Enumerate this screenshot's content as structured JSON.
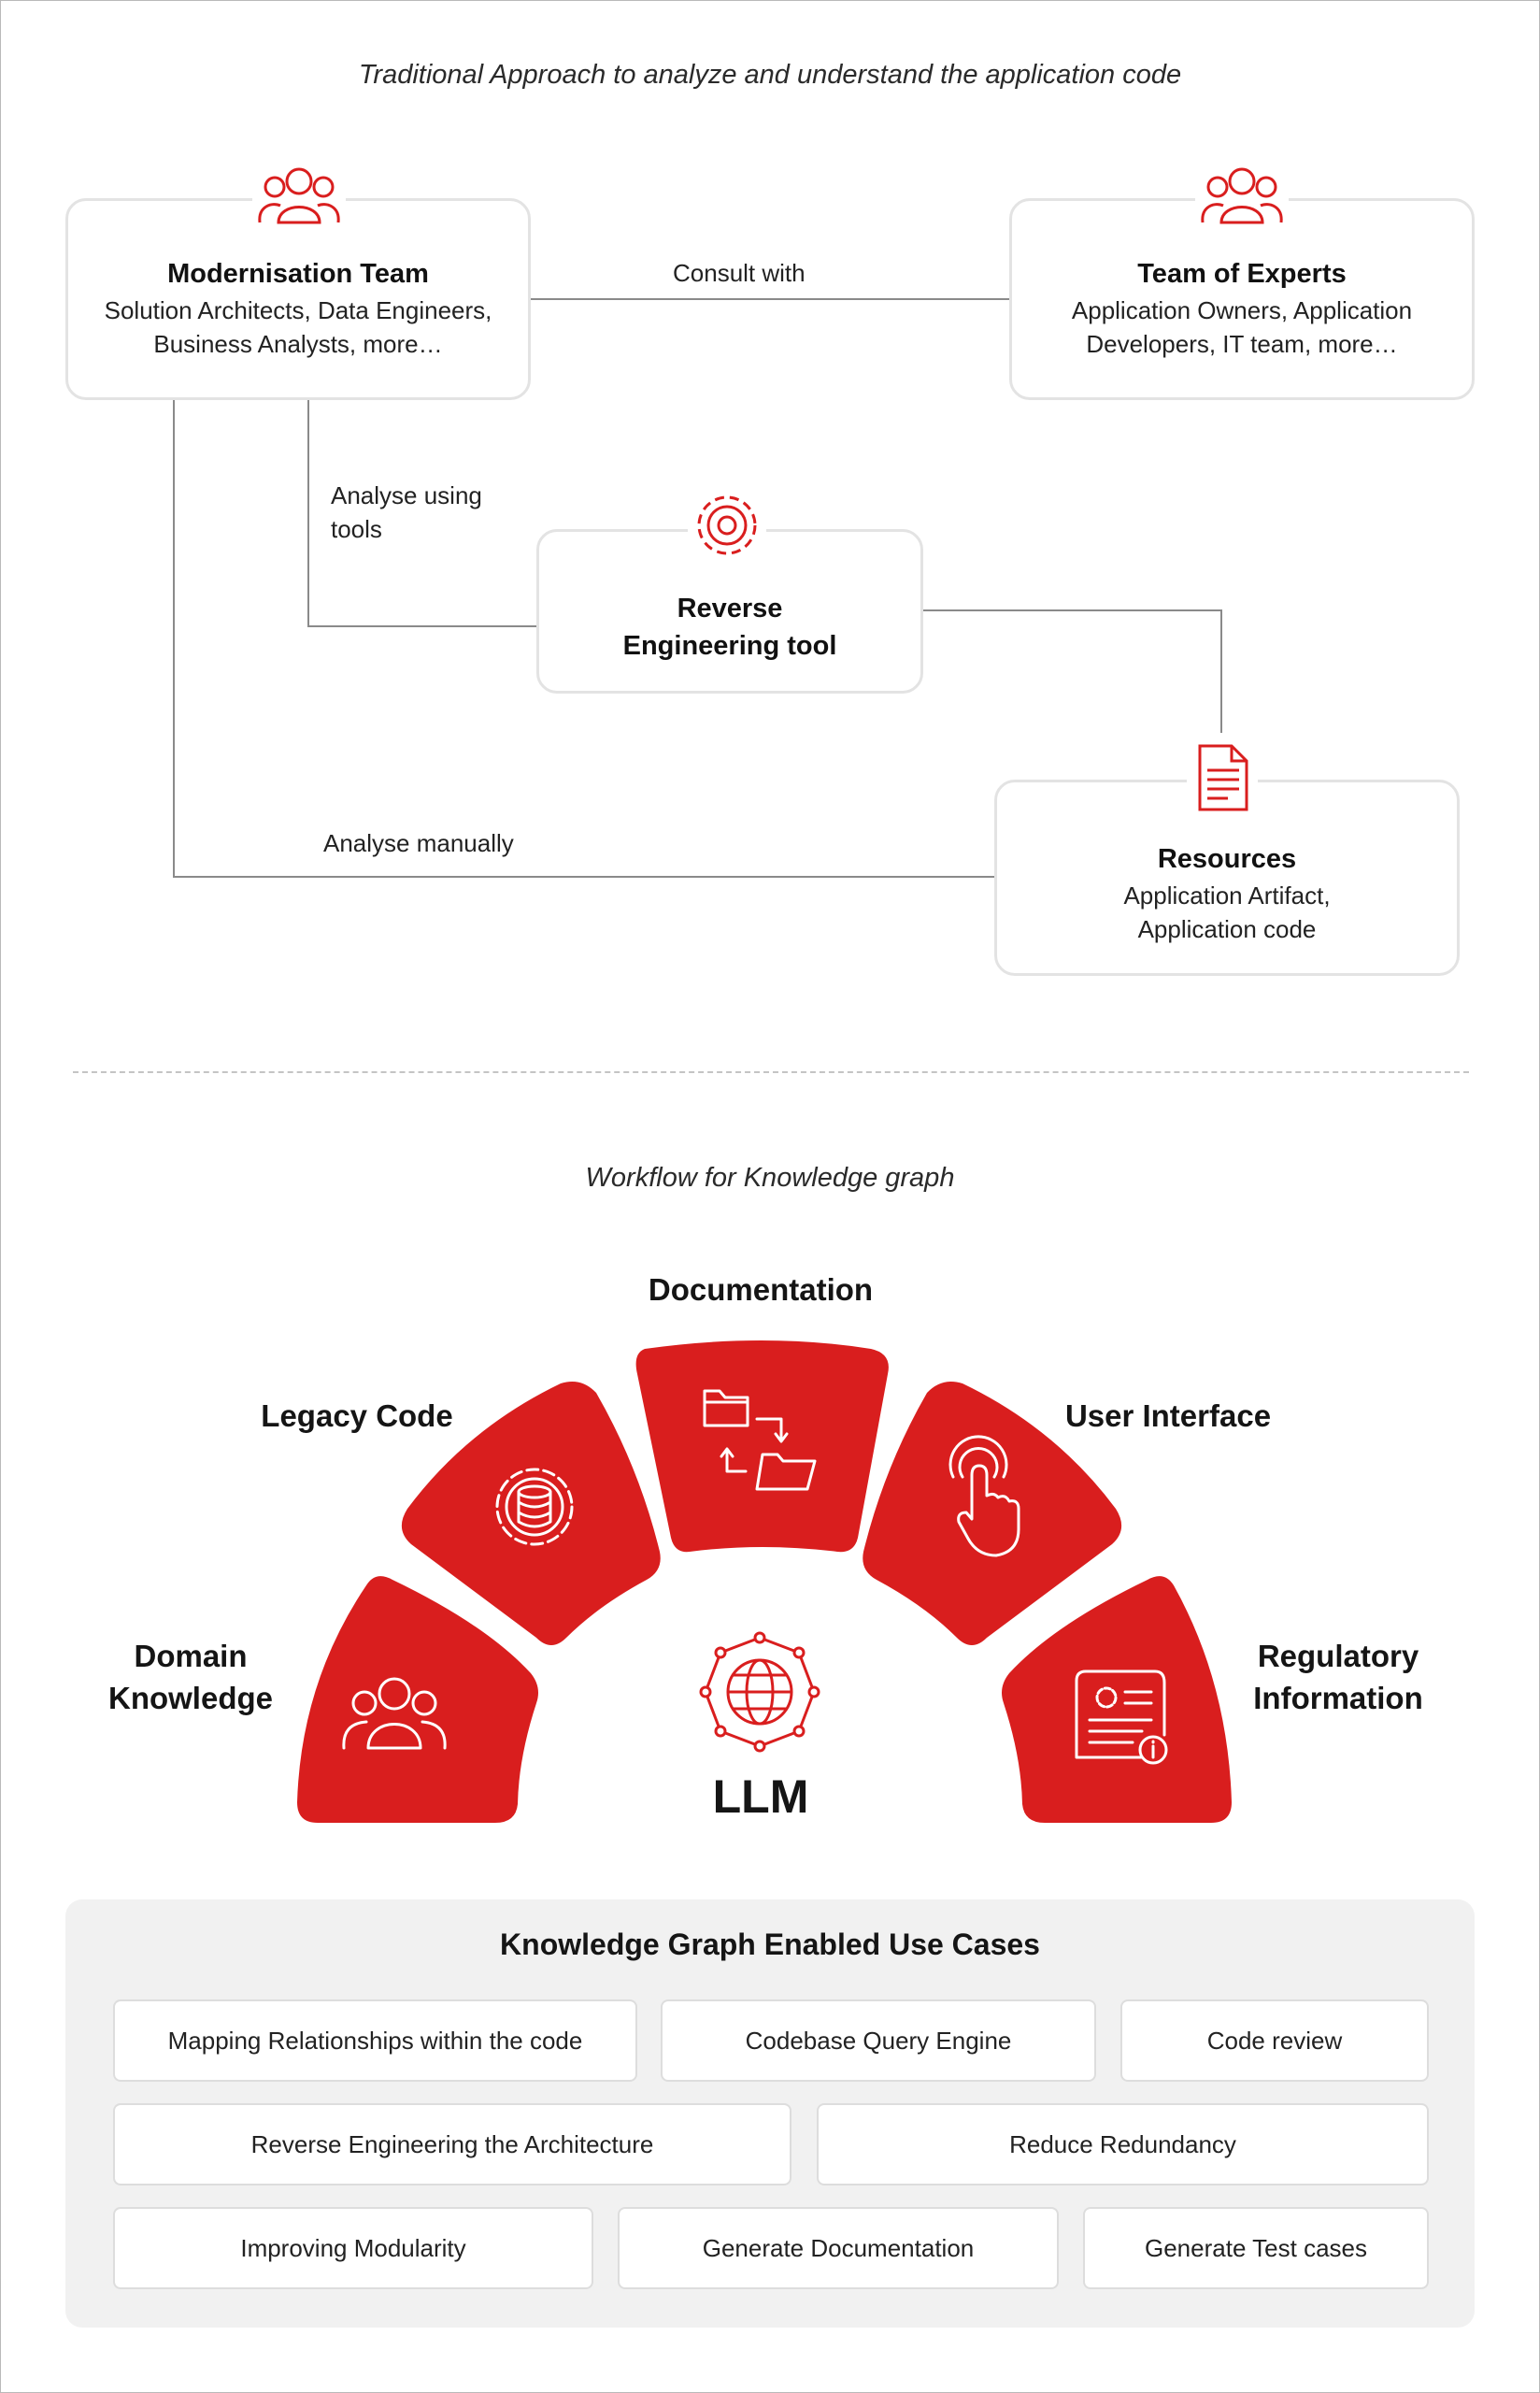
{
  "traditional": {
    "title": "Traditional Approach to analyze and understand the application code",
    "modernisation_team": {
      "heading": "Modernisation Team",
      "line1": "Solution Architects, Data Engineers,",
      "line2": "Business Analysts, more…"
    },
    "team_of_experts": {
      "heading": "Team of Experts",
      "line1": "Application Owners, Application",
      "line2": "Developers, IT team, more…"
    },
    "reverse_tool": {
      "line1": "Reverse",
      "line2": "Engineering tool"
    },
    "resources": {
      "heading": "Resources",
      "line1": "Application Artifact,",
      "line2": "Application code"
    },
    "edges": {
      "consult": "Consult with",
      "analyse_tools_1": "Analyse using",
      "analyse_tools_2": "tools",
      "analyse_manually": "Analyse manually"
    }
  },
  "workflow": {
    "title": "Workflow for Knowledge graph",
    "documentation": "Documentation",
    "legacy_code": "Legacy Code",
    "user_interface": "User Interface",
    "domain_1": "Domain",
    "domain_2": "Knowledge",
    "regulatory_1": "Regulatory",
    "regulatory_2": "Information",
    "center": "LLM",
    "accent_color": "#d91e1e"
  },
  "use_cases": {
    "title": "Knowledge Graph Enabled Use Cases",
    "items": [
      "Mapping Relationships within the code",
      "Codebase Query Engine",
      "Code review",
      "Reverse Engineering  the Architecture",
      "Reduce Redundancy",
      "Improving Modularity",
      "Generate Documentation",
      "Generate Test cases"
    ]
  }
}
